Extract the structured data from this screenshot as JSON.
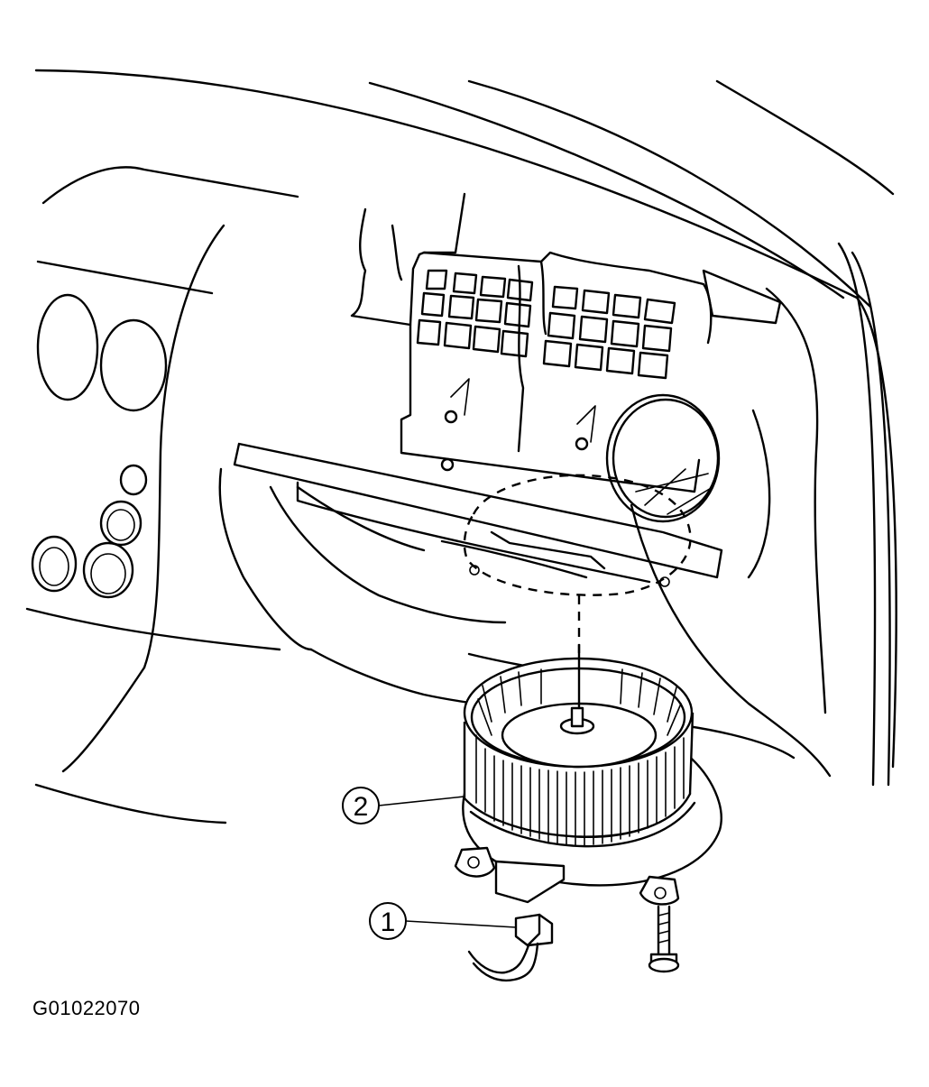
{
  "callouts": [
    {
      "number": "1",
      "part": "electrical-connector"
    },
    {
      "number": "2",
      "part": "blower-motor-assembly"
    }
  ],
  "figure_code": "G01022070",
  "colors": {
    "line": "#000000",
    "background": "#ffffff"
  }
}
